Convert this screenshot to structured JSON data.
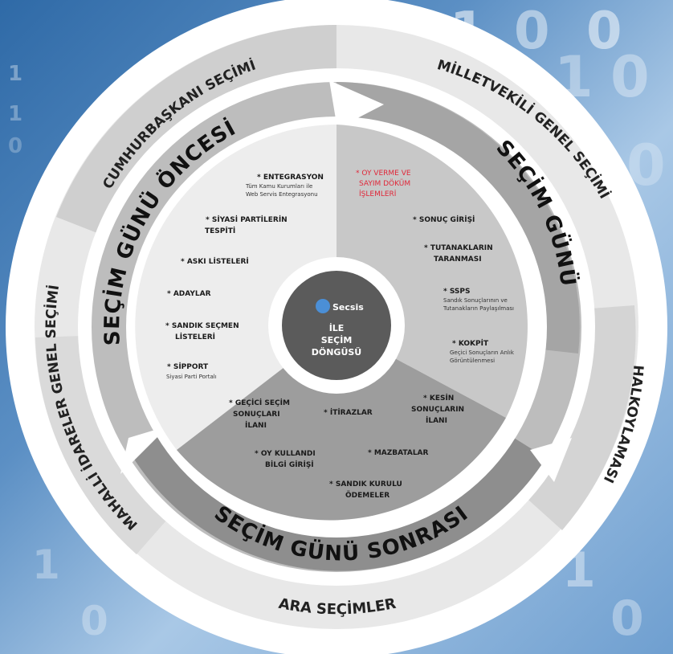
{
  "outer_ring": {
    "cumhurbaskani": "CUMHURBAŞKANI SEÇİMİ",
    "milletvekili": "MİLLETVEKİLİ GENEL SEÇİMİ",
    "halkoylamasi": "HALKOYLAMASI",
    "ara_secimler": "ARA SEÇİMLER",
    "mahalli": "MAHALLİ İDARELER GENEL SEÇİMİ"
  },
  "phases": {
    "oncesi": "SEÇİM GÜNÜ ÖNCESİ",
    "gunu": "SEÇİM GÜNÜ",
    "sonrasi": "SEÇİM GÜNÜ SONRASI"
  },
  "center": {
    "logo": "Secsis",
    "line1": "İLE",
    "line2": "SEÇİM",
    "line3": "DÖNGÜSÜ"
  },
  "oncesi_items": [
    {
      "title1": "* ENTEGRASYON",
      "title2": "",
      "sub1": "Tüm Kamu Kurumları ile",
      "sub2": "Web Servis Entegrasyonu"
    },
    {
      "title1": "* SİYASİ PARTİLERİN",
      "title2": "TESPİTİ",
      "sub1": "",
      "sub2": ""
    },
    {
      "title1": "* ASKI LİSTELERİ",
      "title2": "",
      "sub1": "",
      "sub2": ""
    },
    {
      "title1": "* ADAYLAR",
      "title2": "",
      "sub1": "",
      "sub2": ""
    },
    {
      "title1": "* SANDIK SEÇMEN",
      "title2": "LİSTELERİ",
      "sub1": "",
      "sub2": ""
    },
    {
      "title1": "* SİPPORT",
      "title2": "",
      "sub1": "Siyasi Parti Portalı",
      "sub2": ""
    }
  ],
  "gunu_items": [
    {
      "title1": "* OY VERME VE",
      "title2": "SAYIM DÖKÜM",
      "title3": "İŞLEMLERİ",
      "sub1": "",
      "sub2": ""
    },
    {
      "title1": "* SONUÇ GİRİŞİ",
      "title2": "",
      "title3": "",
      "sub1": "",
      "sub2": ""
    },
    {
      "title1": "* TUTANAKLARIN",
      "title2": "TARANMASI",
      "title3": "",
      "sub1": "",
      "sub2": ""
    },
    {
      "title1": "* SSPS",
      "title2": "",
      "title3": "",
      "sub1": "Sandık Sonuçlarının ve",
      "sub2": "Tutanakların Paylaşılması"
    },
    {
      "title1": "* KOKPİT",
      "title2": "",
      "title3": "",
      "sub1": "Geçici Sonuçların Anlık",
      "sub2": "Görüntülenmesi"
    }
  ],
  "sonrasi_items": [
    {
      "title1": "* GEÇİCİ SEÇİM",
      "title2": "SONUÇLARI",
      "title3": "İLANI"
    },
    {
      "title1": "* İTİRAZLAR",
      "title2": "",
      "title3": ""
    },
    {
      "title1": "* KESİN",
      "title2": "SONUÇLARIN",
      "title3": "İLANI"
    },
    {
      "title1": "* OY KULLANDI",
      "title2": "BİLGİ GİRİŞİ",
      "title3": ""
    },
    {
      "title1": "* MAZBATALAR",
      "title2": "",
      "title3": ""
    },
    {
      "title1": "* SANDIK KURULU",
      "title2": "ÖDEMELER",
      "title3": ""
    }
  ],
  "background_digits": [
    "1",
    "0",
    "0",
    "1",
    "0",
    "0",
    "1",
    "1",
    "0",
    "1",
    "0",
    "1",
    "0",
    "0"
  ],
  "colors": {
    "background": "#4f86bf",
    "outer_white": "#ffffff",
    "outer_band": "#e6e6e6",
    "ring_band_dark": "#cfcfcf",
    "arrow_ring": "#a9a9a9",
    "oncesi_sector": "#ececec",
    "gunu_sector": "#c9c9c9",
    "sonrasi_sector": "#9c9c9c",
    "center": "#5e5e5e",
    "highlight_red": "#e0283a"
  }
}
